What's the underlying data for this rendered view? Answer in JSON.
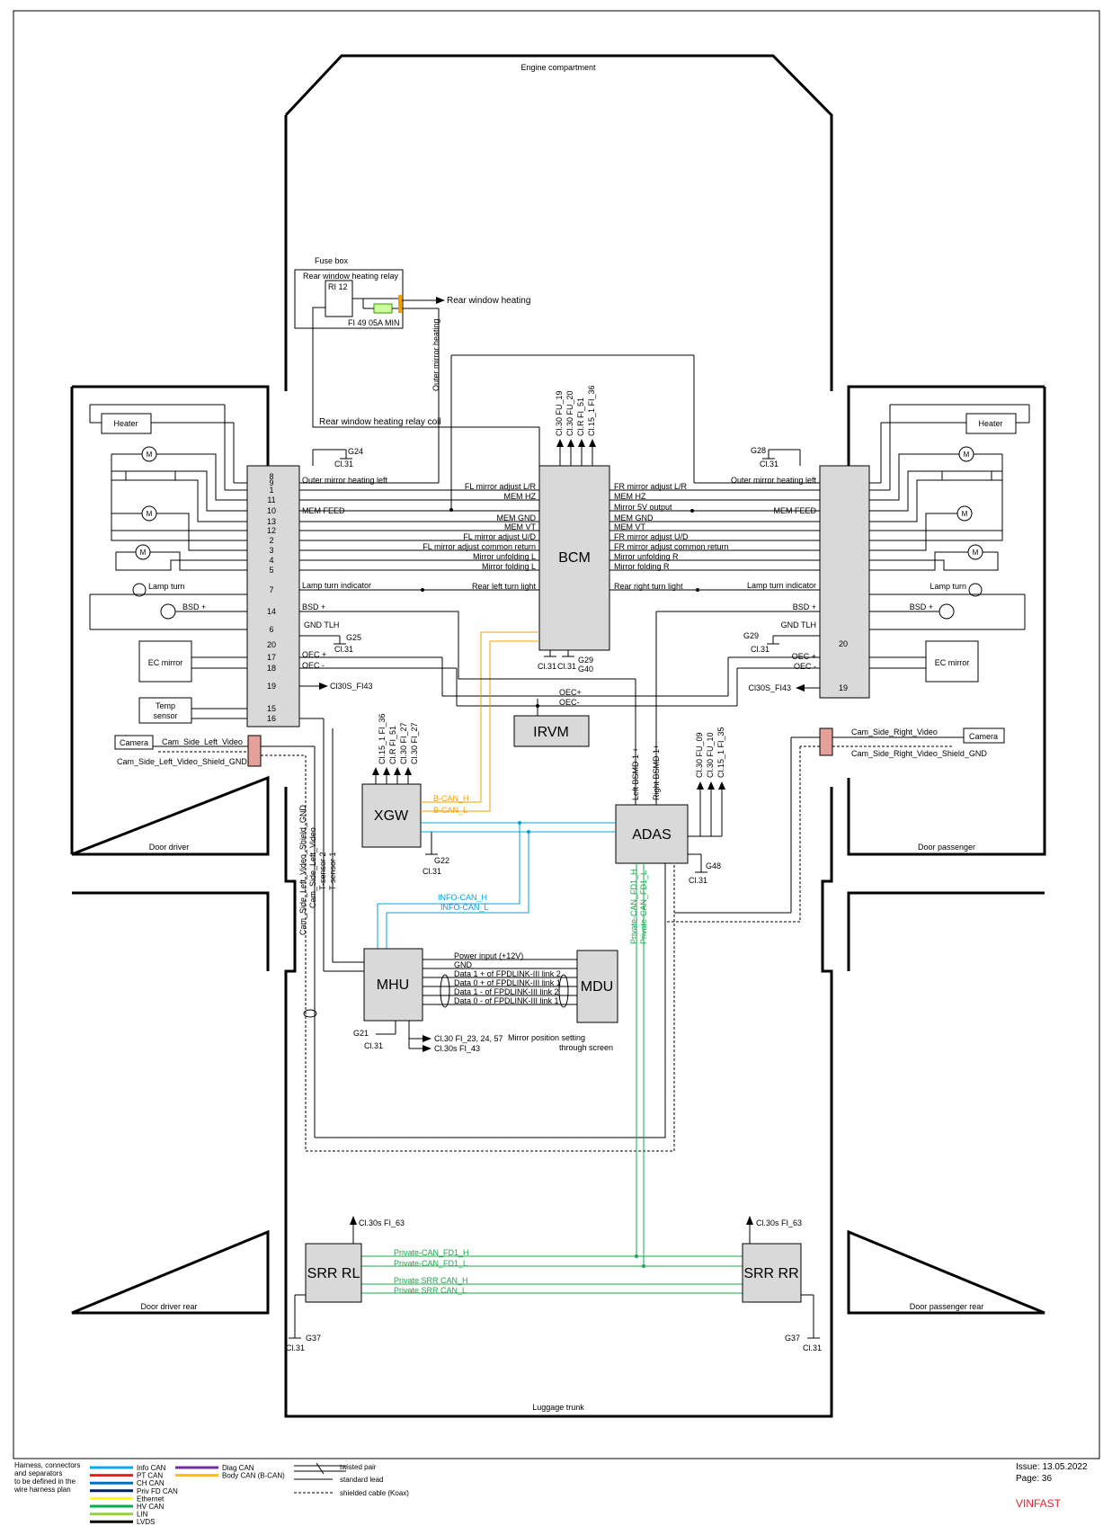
{
  "regions": {
    "engine": "Engine compartment",
    "door_driver": "Door driver",
    "door_passenger": "Door passenger",
    "door_driver_rear": "Door driver rear",
    "door_passenger_rear": "Door passenger rear",
    "luggage": "Luggage trunk"
  },
  "ecus": {
    "bcm": "BCM",
    "xgw": "XGW",
    "adas": "ADAS",
    "mhu": "MHU",
    "mdu": "MDU",
    "irvm": "IRVM",
    "srr_rl": "SRR RL",
    "srr_rr": "SRR RR"
  },
  "fuse": {
    "title": "Fuse box",
    "relay": "Rear window heating relay",
    "ri": "RI 12",
    "fi": "FI 49 05A MIN",
    "rear_heat": "Rear window heating",
    "outer_heat": "Outer mirror heating",
    "coil": "Rear window heating relay coil"
  },
  "bcm_top": [
    "Cl.30 FU_19",
    "Cl.30 FU_20",
    "Cl.R FI_51",
    "Cl.15_1 FI_36"
  ],
  "xgw_top": [
    "Cl.15_1 FI_36",
    "Cl.R FI_51",
    "Cl.30 FI_27",
    "Cl.30 FI_27"
  ],
  "adas_top": [
    "Cl.30 FU_09",
    "Cl.30 FU_10",
    "Cl.15_1 FI_35"
  ],
  "left_conn_pins": [
    "8",
    "9",
    "1",
    "11",
    "10",
    "13",
    "12",
    "2",
    "3",
    "4",
    "5",
    "7",
    "14",
    "6",
    "20",
    "17",
    "18",
    "19",
    "15",
    "16"
  ],
  "left_comp": {
    "heater": "Heater",
    "motor": "M",
    "lamp": "Lamp turn",
    "bsd": "BSD +",
    "ec": "EC mirror",
    "temp1": "Temp",
    "temp2": "sensor",
    "camera": "Camera"
  },
  "left_sig": {
    "s1": "Outer mirror heating left",
    "s2": "MEM FEED",
    "s3": "Lamp turn indicator",
    "s4": "BSD +",
    "s5": "GND TLH",
    "s6": "OEC +",
    "s7": "OEC -",
    "s8": "Cl30S_FI43",
    "cam_v": "Cam_Side_Left_Video",
    "cam_g": "Cam_Side_Left_Video_Shield_GND"
  },
  "bcm_left": [
    "FL mirror adjust L/R",
    "MEM HZ",
    "MEM GND",
    "MEM VT",
    "FL mirror adjust U/D",
    "FL mirror adjust common return",
    "Mirror unfolding L",
    "Mirror folding L",
    "Rear left turn light"
  ],
  "bcm_right": [
    "FR mirror adjust L/R",
    "MEM HZ",
    "Mirror 5V output",
    "MEM GND",
    "MEM VT",
    "FR mirror adjust U/D",
    "FR mirror adjust common return",
    "Mirror unfolding R",
    "Mirror folding R",
    "Rear right turn light"
  ],
  "right_sig": {
    "s1": "Outer mirror heating left",
    "s2": "MEM FEED",
    "s3": "Lamp turn indicator",
    "s4": "BSD +",
    "s5": "GND TLH",
    "s6": "OEC +",
    "s7": "OEC -",
    "s8": "Cl30S_FI43",
    "pin20": "20",
    "pin19": "19",
    "cam_v": "Cam_Side_Right_Video",
    "cam_g": "Cam_Side_Right_Video_Shield_GND"
  },
  "grounds": {
    "g24": "G24",
    "g28": "G28",
    "g25": "G25",
    "g29a": "G29",
    "g29b": "G29",
    "g40": "G40",
    "g22": "G22",
    "g48": "G48",
    "g21": "G21",
    "g37a": "G37",
    "g37b": "G37",
    "cl31": "Cl.31"
  },
  "irvm_sig": {
    "p": "OEC+",
    "m": "OEC-"
  },
  "bus": {
    "bcan_h": "B-CAN_H",
    "bcan_l": "B-CAN_L",
    "info_h": "INFO-CAN_H",
    "info_l": "INFO-CAN_L",
    "pfd_h": "Private-CAN_FD1_H",
    "pfd_l": "Private-CAN_FD1_L",
    "psrr_h": "Private SRR CAN_H",
    "psrr_l": "Private SRR CAN_L",
    "left_bsmd": "Left BSMD 1 +",
    "right_bsmd": "Right BSMD 1+"
  },
  "vertical": {
    "v1": "Cam_Side_Left_Video_Shield_GND",
    "v2": "Cam_Side_Left_Video",
    "v3": "T-sensor 2",
    "v4": "T-sensor 1",
    "v5": "Cam_Side_Right_Video",
    "v6": "Cam_Side_Right_Video_Shield_GND"
  },
  "mhu_sig": [
    "Power input (+12V)",
    "GND",
    "Data 1 + of FPDLINK-III link 2",
    "Data 0 + of FPDLINK-III link 1",
    "Data 1 - of FPDLINK-III link 2",
    "Data 0 - of FPDLINK-III link 1"
  ],
  "mhu_out": [
    "Cl.30 FI_23, 24, 57",
    "Cl.30s FI_43"
  ],
  "mdu_note": [
    "Mirror position setting",
    "through screen"
  ],
  "srr_supply": "Cl.30s FI_63",
  "legend": {
    "note": [
      "Harness, connectors",
      "and separators",
      "to be defined in the",
      "wire harness plan"
    ],
    "items": [
      {
        "label": "Info CAN",
        "color": "#00aeef"
      },
      {
        "label": "PT CAN",
        "color": "#ed1c24"
      },
      {
        "label": "CH CAN",
        "color": "#0070c0"
      },
      {
        "label": "Priv FD CAN",
        "color": "#002060"
      },
      {
        "label": "Ethernet",
        "color": "#ffff00"
      },
      {
        "label": "HV CAN",
        "color": "#00b050"
      },
      {
        "label": "LIN",
        "color": "#92d050"
      },
      {
        "label": "LVDS",
        "color": "#000000"
      }
    ],
    "items2": [
      {
        "label": "Diag CAN",
        "color": "#7030a0"
      },
      {
        "label": "Body CAN (B-CAN)",
        "color": "#ffc000"
      }
    ],
    "line_types": [
      "twisted pair",
      "standard lead",
      "shielded cable (Koax)"
    ]
  },
  "issue": "Issue:  13.05.2022",
  "page": "Page:   36",
  "brand": "VINFAST",
  "brand_color": "#e31e24"
}
